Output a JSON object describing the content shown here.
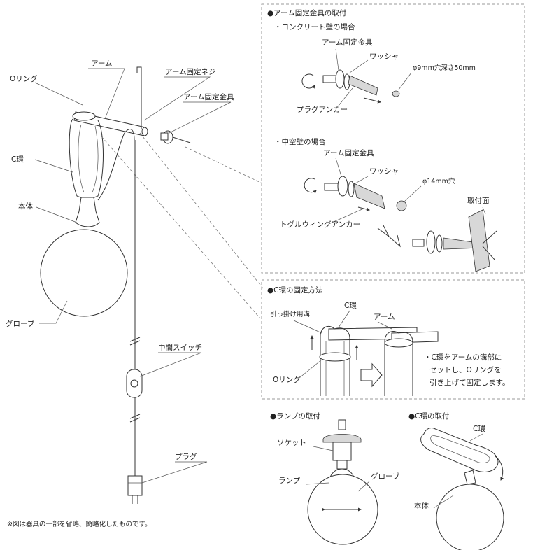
{
  "main": {
    "label_oring": "Oリング",
    "label_arm": "アーム",
    "label_arm_screw": "アーム固定ネジ",
    "label_arm_bracket": "アーム固定金具",
    "label_c_ring": "C環",
    "label_body": "本体",
    "label_globe": "グローブ",
    "label_switch": "中間スイッチ",
    "label_plug": "プラグ",
    "footnote": "※図は器具の一部を省略、簡略化したものです。"
  },
  "box_mount": {
    "title": "●アーム固定金具の取付",
    "concrete": {
      "heading": "・コンクリート壁の場合",
      "bracket": "アーム固定金具",
      "washer": "ワッシャ",
      "hole": "φ9mm穴深さ50mm",
      "anchor": "プラグアンカー"
    },
    "hollow": {
      "heading": "・中空壁の場合",
      "bracket": "アーム固定金具",
      "washer": "ワッシャ",
      "hole": "φ14mm穴",
      "anchor": "トグルウィングアンカー",
      "surface": "取付面"
    }
  },
  "box_cring": {
    "title": "●C環の固定方法",
    "groove": "引っ掛け用溝",
    "c_ring": "C環",
    "arm": "アーム",
    "oring": "Oリング",
    "note_1": "・C環をアームの溝部に",
    "note_2": "セットし、Oリングを",
    "note_3": "引き上げて固定します。"
  },
  "lamp_section": {
    "title": "●ランプの取付",
    "socket": "ソケット",
    "lamp": "ランプ",
    "globe": "グローブ"
  },
  "cring_section": {
    "title": "●C環の取付",
    "c_ring": "C環",
    "body": "本体"
  }
}
